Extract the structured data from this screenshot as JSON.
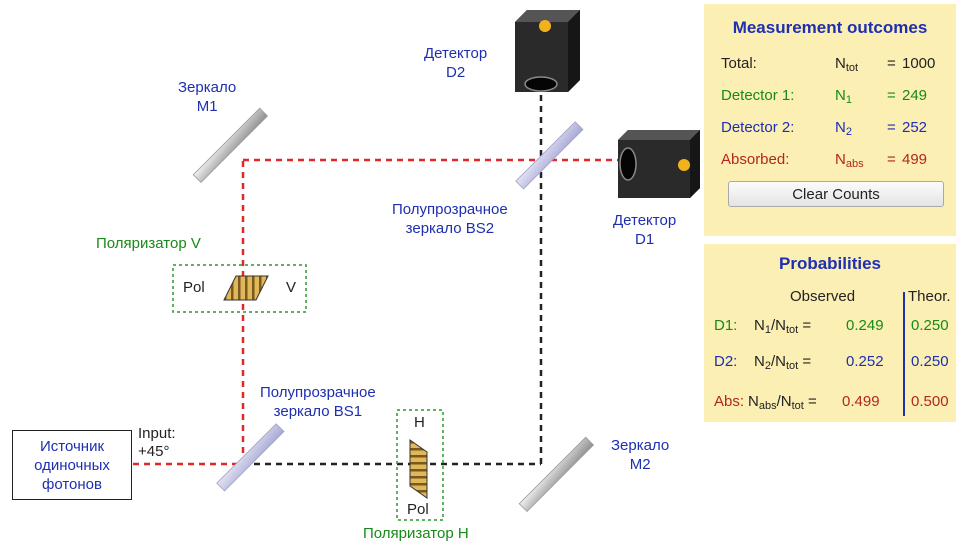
{
  "labels": {
    "mirror_m1": [
      "Зеркало",
      "M1"
    ],
    "detector_d2": [
      "Детектор",
      "D2"
    ],
    "bs2": [
      "Полупрозрачное",
      "зеркало BS2"
    ],
    "detector_d1": [
      "Детектор",
      "D1"
    ],
    "polarizer_v": "Поляризатор V",
    "polarizer_h": "Поляризатор H",
    "bs1": [
      "Полупрозрачное",
      "зеркало BS1"
    ],
    "mirror_m2": [
      "Зеркало",
      "M2"
    ],
    "source": [
      "Источник",
      "одиночных",
      "фотонов"
    ],
    "input": [
      "Input:",
      "+45°"
    ],
    "pol_v_left": "Pol",
    "pol_v_right": "V",
    "pol_h_top": "H",
    "pol_h_bottom": "Pol"
  },
  "outcomes": {
    "title": "Measurement outcomes",
    "rows": [
      {
        "label": "Total:",
        "sym": "N",
        "sub": "tot",
        "eq": "=",
        "value": "1000"
      },
      {
        "label": "Detector 1:",
        "sym": "N",
        "sub": "1",
        "eq": "=",
        "value": "249"
      },
      {
        "label": "Detector 2:",
        "sym": "N",
        "sub": "2",
        "eq": "=",
        "value": "252"
      },
      {
        "label": "Absorbed:",
        "sym": "N",
        "sub": "abs",
        "eq": "=",
        "value": "499"
      }
    ],
    "clear_label": "Clear Counts"
  },
  "probabilities": {
    "title": "Probabilities",
    "observed_header": "Observed",
    "theor_header": "Theor.",
    "rows": [
      {
        "label": "D1:",
        "num": "N",
        "num_sub": "1",
        "den": "N",
        "den_sub": "tot",
        "eq": "=",
        "observed": "0.249",
        "theor": "0.250"
      },
      {
        "label": "D2:",
        "num": "N",
        "num_sub": "2",
        "den": "N",
        "den_sub": "tot",
        "eq": "=",
        "observed": "0.252",
        "theor": "0.250"
      },
      {
        "label": "Abs:",
        "num": "N",
        "num_sub": "abs",
        "den": "N",
        "den_sub": "tot",
        "eq": "=",
        "observed": "0.499",
        "theor": "0.500"
      }
    ]
  },
  "colors": {
    "red_beam": "#e02828",
    "dark_beam": "#222222",
    "panel_bg": "#fbefb4",
    "label_blue": "#1e2fb0",
    "label_green": "#178a17",
    "label_red": "#b3261e",
    "polarizer_fill": "#e0b75a"
  }
}
